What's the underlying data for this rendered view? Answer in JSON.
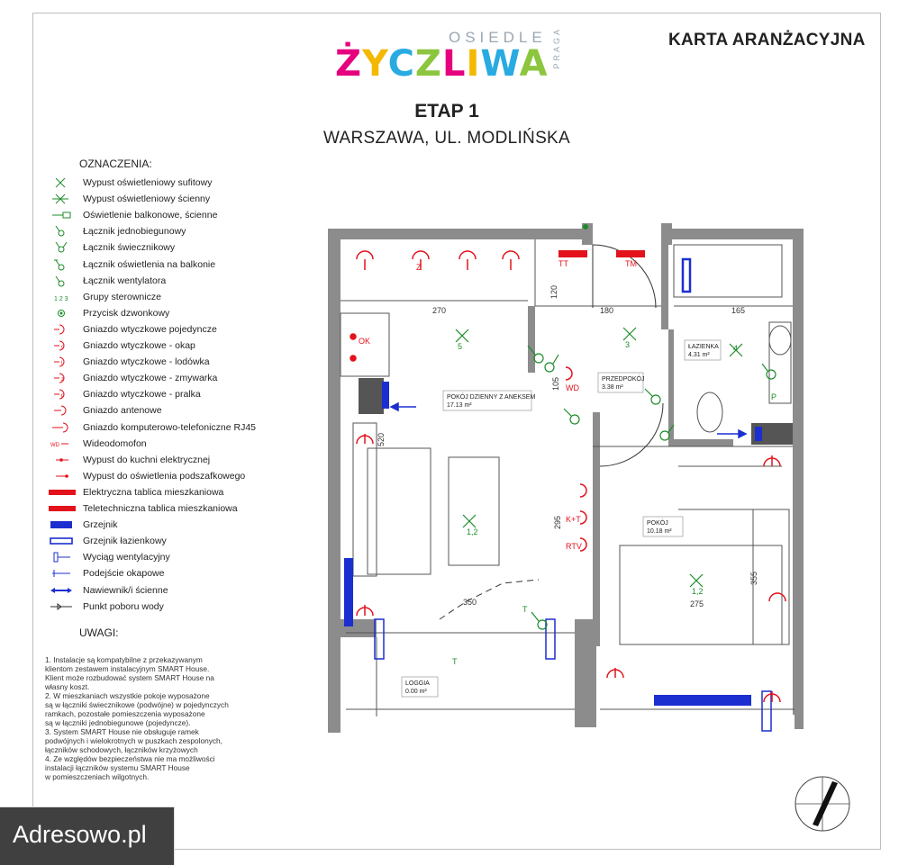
{
  "header": {
    "logo_top": "OSIEDLE",
    "logo_main": "ŻYCZLIWA",
    "logo_side": "PRAGA",
    "logo_letter_colors": [
      "#e6007e",
      "#f3b800",
      "#29abe2",
      "#8cc63f",
      "#e6007e",
      "#f3b800",
      "#29abe2",
      "#8cc63f"
    ],
    "card_title": "KARTA ARANŻACYJNA",
    "stage": "ETAP 1",
    "location": "WARSZAWA, UL. MODLIŃSKA"
  },
  "legend": {
    "heading": "OZNACZENIA:",
    "items": [
      {
        "icon": "ceiling-light-outlet",
        "label": "Wypust oświetleniowy sufitowy"
      },
      {
        "icon": "wall-light-outlet",
        "label": "Wypust oświetleniowy ścienny"
      },
      {
        "icon": "balcony-wall-light",
        "label": "Oświetlenie balkonowe, ścienne"
      },
      {
        "icon": "single-pole-switch",
        "label": "Łącznik jednobiegunowy"
      },
      {
        "icon": "chandelier-switch",
        "label": "Łącznik świecznikowy"
      },
      {
        "icon": "balcony-light-switch",
        "label": "Łącznik oświetlenia na balkonie"
      },
      {
        "icon": "fan-switch",
        "label": "Łącznik wentylatora"
      },
      {
        "icon": "controller-groups",
        "label": "Grupy sterownicze"
      },
      {
        "icon": "doorbell-button",
        "label": "Przycisk dzwonkowy"
      },
      {
        "icon": "single-socket",
        "label": "Gniazdo wtyczkowe pojedyncze"
      },
      {
        "icon": "hood-socket",
        "label": "Gniazdo wtyczkowe - okap"
      },
      {
        "icon": "fridge-socket",
        "label": "Gniazdo wtyczkowe - lodówka"
      },
      {
        "icon": "dishwasher-socket",
        "label": "Gniazdo wtyczkowe - zmywarka"
      },
      {
        "icon": "washer-socket",
        "label": "Gniazdo wtyczkowe - pralka"
      },
      {
        "icon": "antenna-socket",
        "label": "Gniazdo antenowe"
      },
      {
        "icon": "rj45-socket",
        "label": "Gniazdo komputerowo-telefoniczne RJ45"
      },
      {
        "icon": "video-intercom",
        "label": "Wideodomofon"
      },
      {
        "icon": "kitchen-outlet",
        "label": "Wypust do kuchni elektrycznej"
      },
      {
        "icon": "under-cabinet-outlet",
        "label": "Wypust do oświetlenia podszafkowego"
      },
      {
        "icon": "electric-panel",
        "label": "Elektryczna tablica mieszkaniowa"
      },
      {
        "icon": "telecom-panel",
        "label": "Teletechniczna tablica mieszkaniowa"
      },
      {
        "icon": "radiator",
        "label": "Grzejnik"
      },
      {
        "icon": "bathroom-radiator",
        "label": "Grzejnik łazienkowy"
      },
      {
        "icon": "ventilation-exhaust",
        "label": "Wyciąg wentylacyjny"
      },
      {
        "icon": "hood-connection",
        "label": "Podejście okapowe"
      },
      {
        "icon": "wall-air-inlet",
        "label": "Nawiewnik/i ścienne"
      },
      {
        "icon": "water-point",
        "label": "Punkt poboru wody"
      }
    ]
  },
  "notes": {
    "heading": "UWAGI:",
    "items": [
      "1. Instalacje są kompatybilne z przekazywanym\nklientom zestawem instalacyjnym SMART House.\nKlient może rozbudować system SMART House na\nwłasny koszt.",
      "2. W mieszkaniach wszystkie pokoje wyposażone\nsą w łączniki świecznikowe (podwójne) w pojedynczych\nramkach, pozostałe pomieszczenia wyposażone\nsą w łączniki jednobiegunowe (pojedyncze).",
      "3. System SMART House nie obsługuje ramek\npodwójnych i wielokrotnych w puszkach zespolonych,\nłączników schodowych, łączników krzyżowych",
      "4. Ze względów bezpieczeństwa nie ma możliwości\ninstalacji łączników systemu SMART House\nw pomieszczeniach wilgotnych."
    ]
  },
  "plan": {
    "rooms": [
      {
        "name": "POKÓJ DZIENNY Z ANEKSEM",
        "area": "17.13 m²"
      },
      {
        "name": "PRZEDPOKÓJ",
        "area": "3.38 m²"
      },
      {
        "name": "ŁAZIENKA",
        "area": "4.31 m²"
      },
      {
        "name": "POKÓJ",
        "area": "10.18 m²"
      },
      {
        "name": "LOGGIA",
        "area": "0.00 m²"
      }
    ],
    "dimensions": [
      "270",
      "180",
      "165",
      "120",
      "105",
      "520",
      "295",
      "350",
      "275",
      "355"
    ],
    "circuit_labels": {
      "living_ceiling": "5",
      "living_center": "1,2",
      "hall": "3",
      "bath": "4",
      "room": "1,2"
    },
    "tags": {
      "tt": "TT",
      "tm": "TM",
      "ok": "OK",
      "wd": "WD",
      "ktv": "K+T",
      "rtv": "RTV",
      "t": "T",
      "p": "P",
      "z": "Z"
    }
  },
  "watermark": "Adresowo.pl",
  "colors": {
    "wall": "#8c8c8c",
    "electric_red": "#e3121b",
    "switch_green": "#1c8c2a",
    "radiator_blue": "#1b2fd0"
  }
}
